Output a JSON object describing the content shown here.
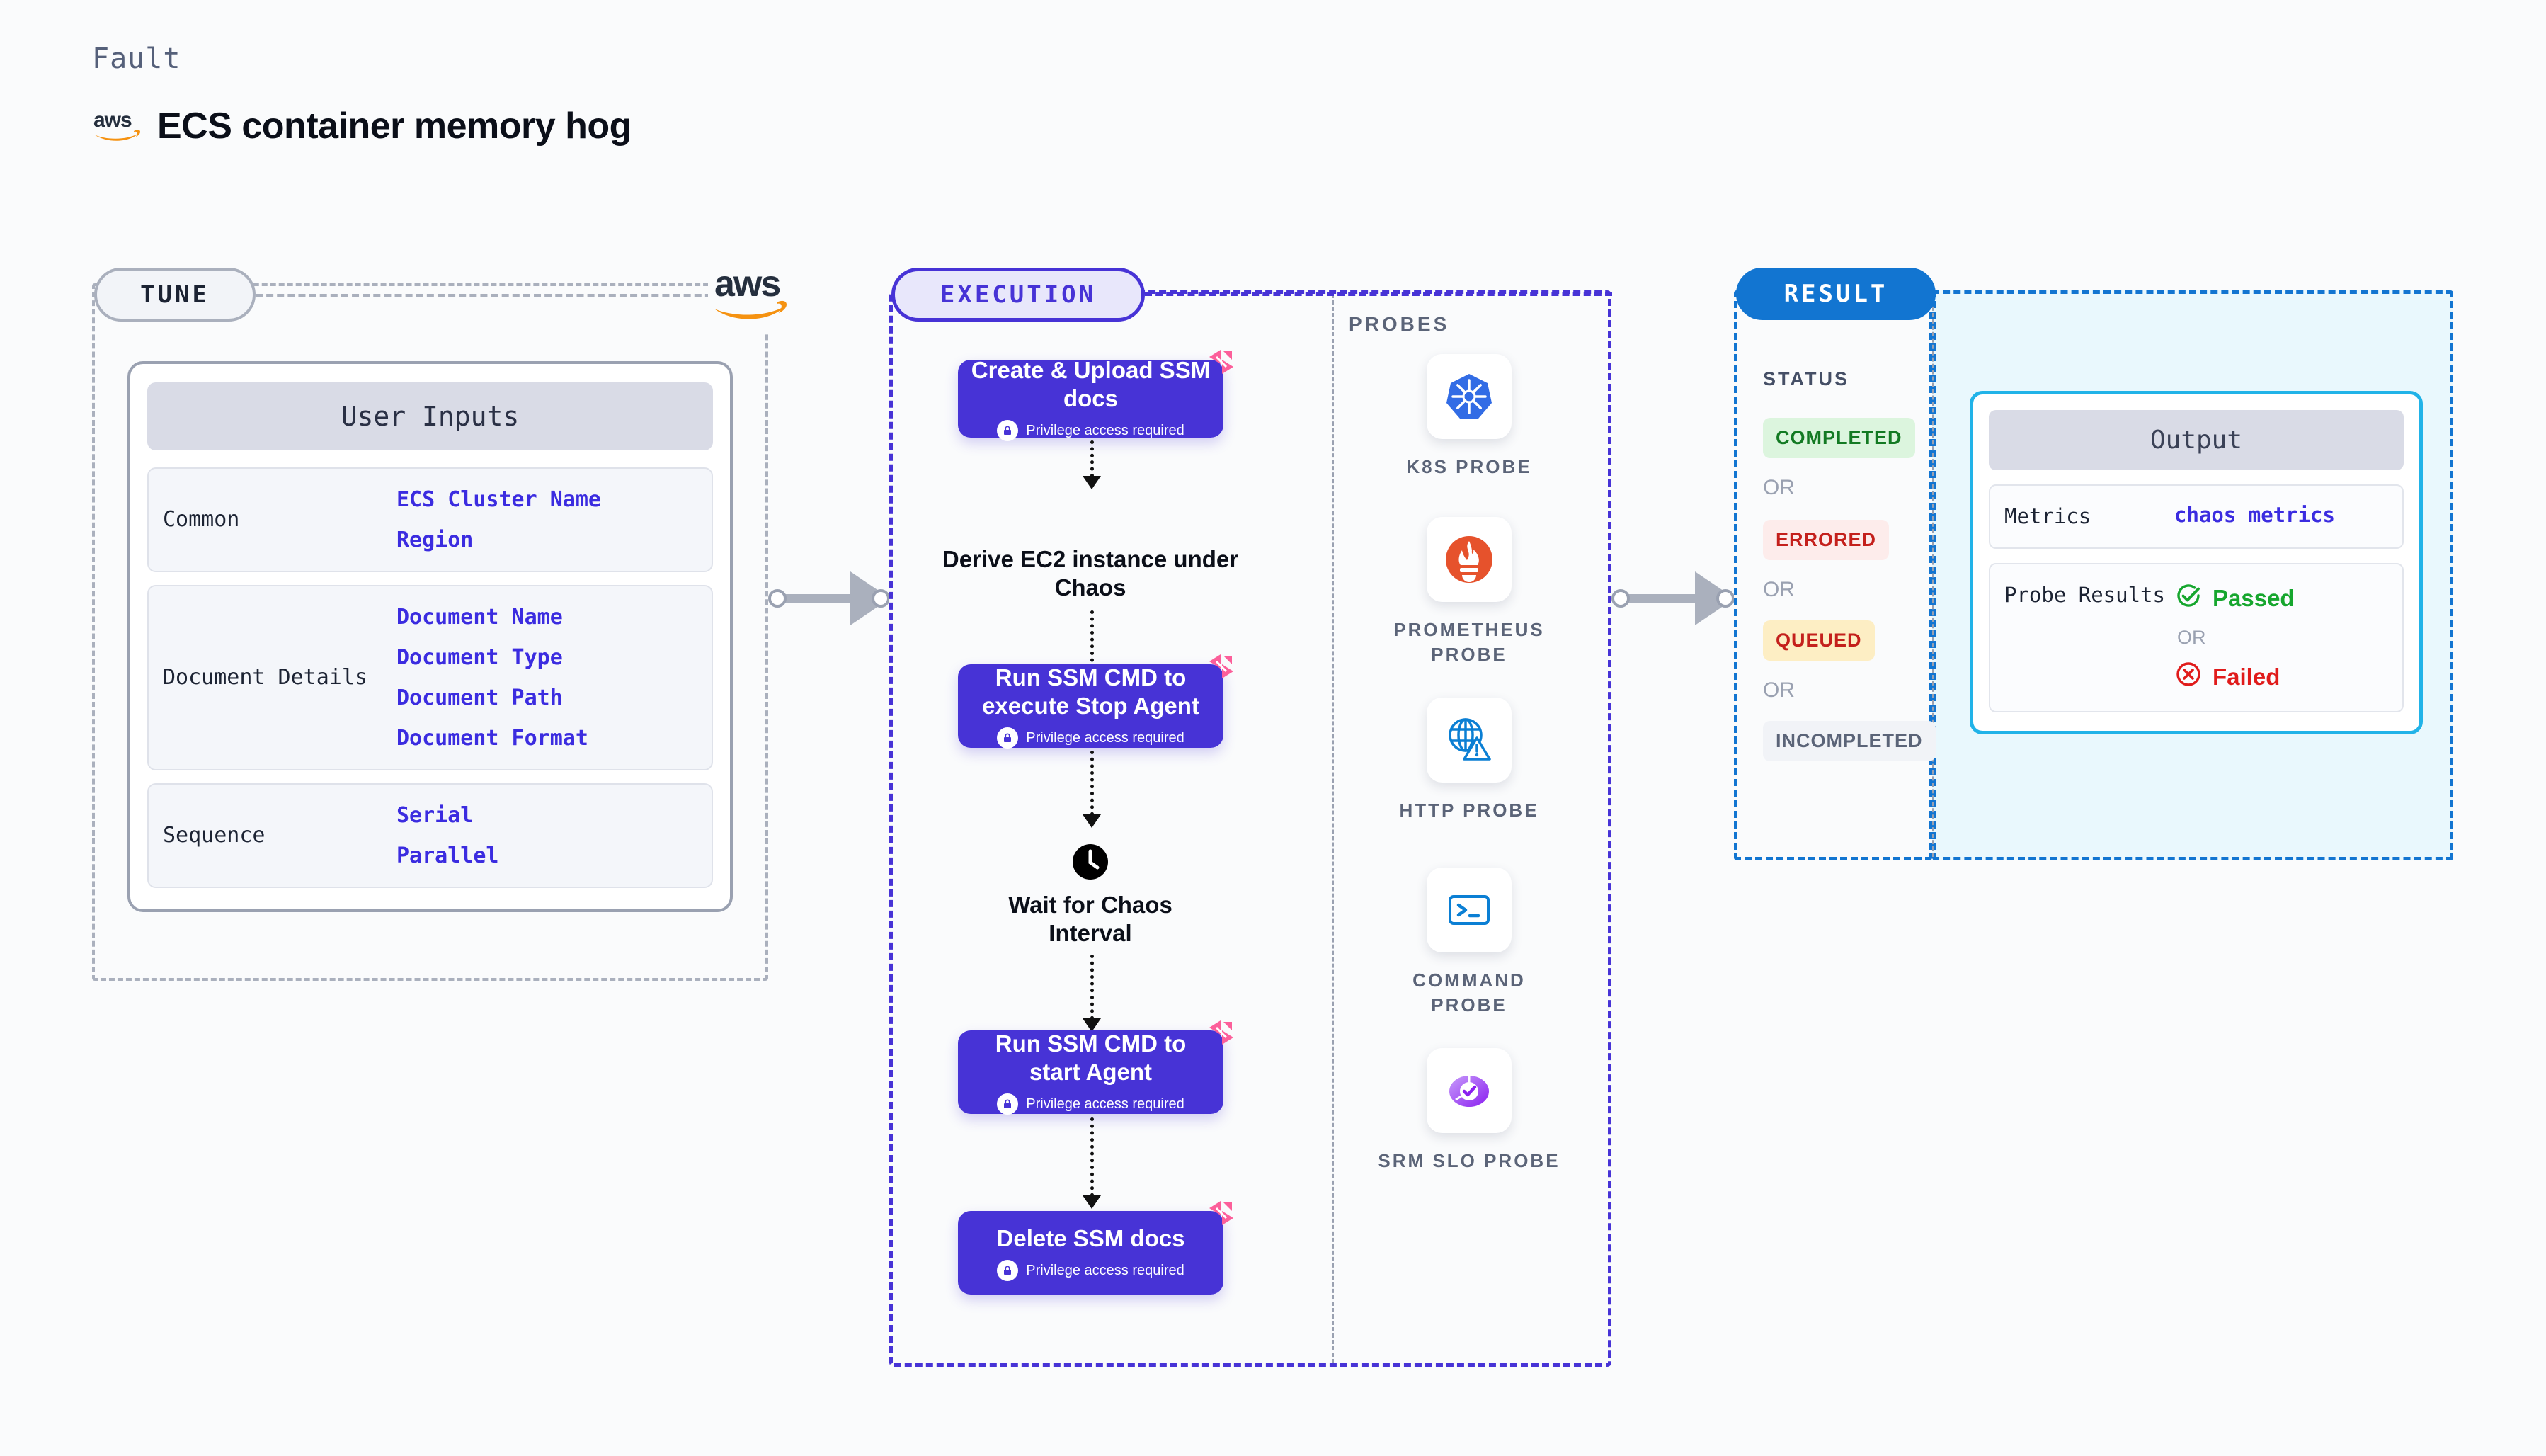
{
  "header": {
    "kicker": "Fault",
    "title": "ECS container memory hog",
    "logo_icon": "aws-logo",
    "logo_text": "aws"
  },
  "tune": {
    "pill_label": "TUNE",
    "logo_icon": "aws-logo",
    "card_title": "User Inputs",
    "groups": [
      {
        "name": "Common",
        "values": [
          "ECS Cluster Name",
          "Region"
        ]
      },
      {
        "name": "Document Details",
        "values": [
          "Document Name",
          "Document Type",
          "Document Path",
          "Document Format"
        ]
      },
      {
        "name": "Sequence",
        "values": [
          "Serial",
          "Parallel"
        ]
      }
    ]
  },
  "execution": {
    "pill_label": "EXECUTION",
    "privilege_note": "Privilege access required",
    "lock_icon": "lock-icon",
    "chaos_icon": "chaos-badge-icon",
    "clock_icon": "clock-icon",
    "steps": [
      {
        "label": "Create & Upload SSM docs",
        "type": "node",
        "privileged": true
      },
      {
        "label": "Derive EC2 instance under Chaos",
        "type": "plain",
        "privileged": false
      },
      {
        "label": "Run SSM CMD to execute Stop Agent",
        "type": "node",
        "privileged": true
      },
      {
        "label": "Wait for Chaos Interval",
        "type": "clock",
        "privileged": false
      },
      {
        "label": "Run SSM CMD to start Agent",
        "type": "node",
        "privileged": true
      },
      {
        "label": "Delete SSM docs",
        "type": "node",
        "privileged": true
      }
    ]
  },
  "probes": {
    "section_label": "PROBES",
    "items": [
      {
        "label": "K8S PROBE",
        "icon": "kubernetes-icon"
      },
      {
        "label": "PROMETHEUS PROBE",
        "icon": "prometheus-icon"
      },
      {
        "label": "HTTP PROBE",
        "icon": "http-globe-icon"
      },
      {
        "label": "COMMAND PROBE",
        "icon": "terminal-icon"
      },
      {
        "label": "SRM SLO PROBE",
        "icon": "srm-slo-icon"
      }
    ]
  },
  "result": {
    "pill_label": "RESULT",
    "status_title": "STATUS",
    "or_label": "OR",
    "statuses": [
      {
        "label": "COMPLETED",
        "fg": "#137a23",
        "bg": "#dcf5de"
      },
      {
        "label": "ERRORED",
        "fg": "#c4201c",
        "bg": "#fdeceb"
      },
      {
        "label": "QUEUED",
        "fg": "#c4201c",
        "bg": "#fdeec4"
      },
      {
        "label": "INCOMPLETED",
        "fg": "#5b6478",
        "bg": "#f1f3f7"
      }
    ],
    "output": {
      "card_title": "Output",
      "metrics_key": "Metrics",
      "metrics_value": "chaos metrics",
      "probe_results_key": "Probe Results",
      "passed_label": "Passed",
      "failed_label": "Failed",
      "passed_icon": "check-circle-icon",
      "failed_icon": "cross-circle-icon",
      "or_label": "OR"
    }
  },
  "colors": {
    "primary": "#4733d6",
    "result_blue": "#1275d1",
    "cyan": "#21b3e8",
    "chaos_pink": "#fc5f9a",
    "aws_orange": "#f59211"
  }
}
